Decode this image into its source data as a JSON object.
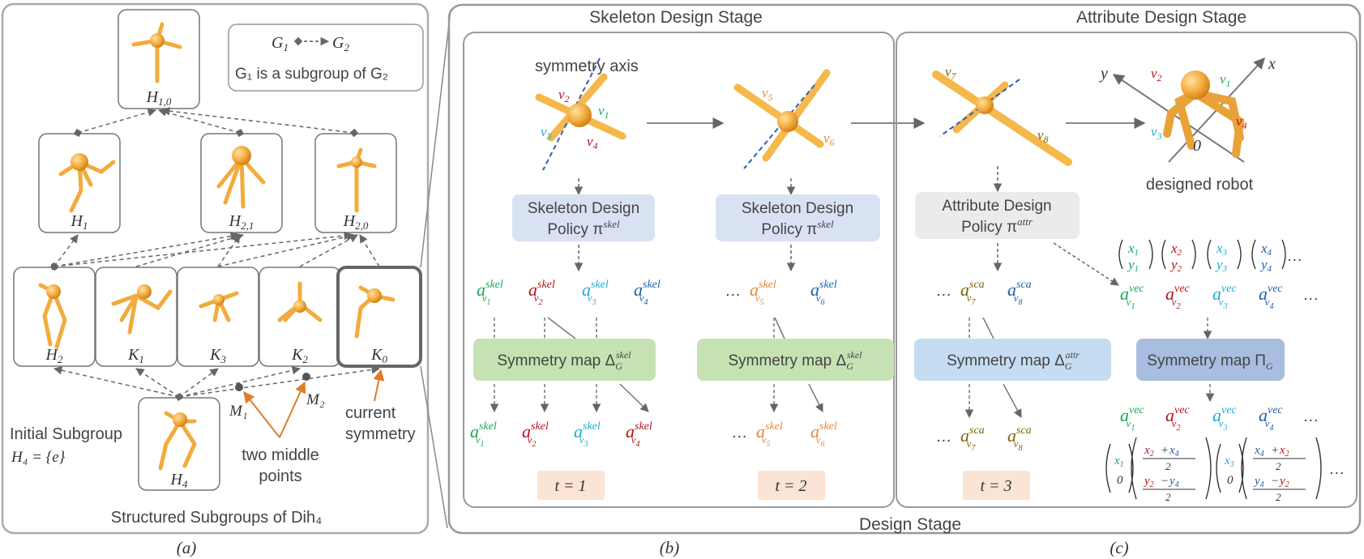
{
  "panel_a": {
    "top_node": "H",
    "top_node_sub": "1,0",
    "legend_from": "G",
    "legend_from_sub": "1",
    "legend_to": "G",
    "legend_to_sub": "2",
    "legend_text": "G₁ is a subgroup of G₂",
    "row2": [
      {
        "label": "H",
        "sub": "1"
      },
      {
        "label": "H",
        "sub": "2,1"
      },
      {
        "label": "H",
        "sub": "2,0"
      }
    ],
    "row3": [
      {
        "label": "H",
        "sub": "2"
      },
      {
        "label": "K",
        "sub": "1"
      },
      {
        "label": "K",
        "sub": "3"
      },
      {
        "label": "K",
        "sub": "2"
      },
      {
        "label": "K",
        "sub": "0"
      }
    ],
    "bottom_node": "H",
    "bottom_node_sub": "4",
    "initial_line1": "Initial Subgroup",
    "initial_line2": "H₄ = {e}",
    "m1": "M₁",
    "m2": "M₂",
    "middle_line1": "two middle",
    "middle_line2": "points",
    "current_line1": "current",
    "current_line2": "symmetry",
    "caption": "Structured Subgroups of Dih₄",
    "sublabel": "(a)"
  },
  "panel_b": {
    "stage_title": "Skeleton Design Stage",
    "symmetry_axis": "symmetry axis",
    "policy_line1": "Skeleton Design",
    "policy_line2": "Policy π",
    "policy_sup": "skel",
    "map_label": "Symmetry map Δ",
    "map_sub": "G",
    "map_sup": "skel",
    "t1": "t = 1",
    "t2": "t = 2",
    "ellipsis": "…",
    "sublabel": "(b)"
  },
  "panel_c": {
    "stage_title": "Attribute Design Stage",
    "policy_line1": "Attribute Design",
    "policy_line2": "Policy π",
    "policy_sup": "attr",
    "map_attr_label": "Symmetry map Δ",
    "map_attr_sup": "attr",
    "map_pi_label": "Symmetry map Π",
    "map_sub": "G",
    "designed_robot": "designed robot",
    "axis_x": "x",
    "axis_y": "y",
    "origin": "0",
    "t3": "t = 3",
    "ellipsis": "…",
    "sublabel": "(c)"
  },
  "design_stage": "Design Stage",
  "colors": {
    "green": "#1aa655",
    "red": "#b5121b",
    "cyan": "#22a9d4",
    "blue": "#1f5fa8",
    "orange": "#e38a3a",
    "olive": "#7d6408",
    "policy_box": "#d9e2f3",
    "attr_box": "#ebebeb",
    "map_green": "#c6e2b3",
    "map_blue": "#c6dcf2",
    "map_pi": "#a8bde0",
    "t_box": "#fbe4d5",
    "limb": "#f5b84a"
  }
}
